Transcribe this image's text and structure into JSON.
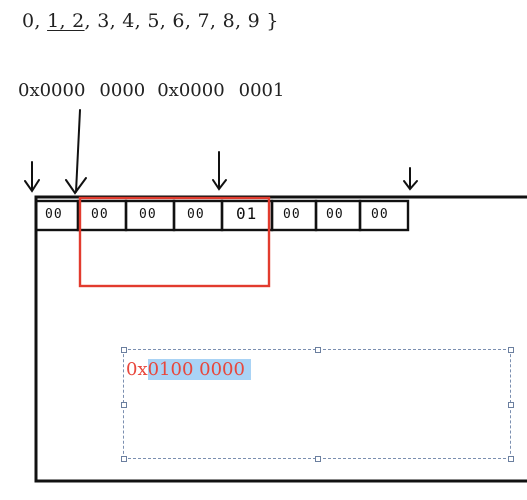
{
  "top_sequence": {
    "prefix": "0, ",
    "underlined": "1, 2",
    "suffix": ", 3, 4, 5, 6, 7, 8, 9 }"
  },
  "hex_line": {
    "a1": "0x0000",
    "a2": "0000",
    "b1": "0x0000",
    "b2": "0001"
  },
  "memory_cells": [
    "00",
    "00",
    "00",
    "00",
    "01",
    "00",
    "00",
    "00"
  ],
  "selection_text": {
    "prefix": "0x",
    "highlighted": "0100  0000"
  },
  "colors": {
    "highlight_box": "#e23b2e",
    "text_highlight": "#a9d3f5"
  }
}
